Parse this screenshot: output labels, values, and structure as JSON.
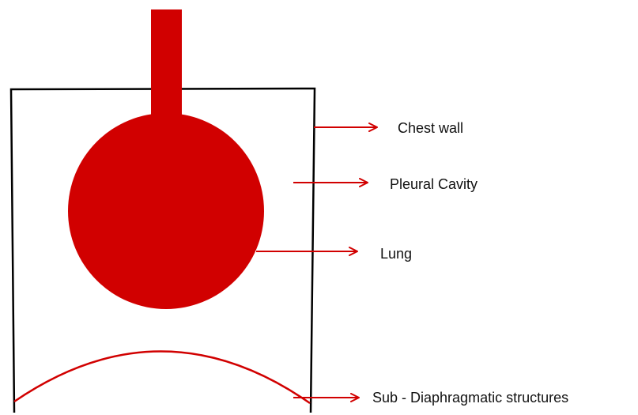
{
  "colors": {
    "structure_red": "#d10000",
    "outline_black": "#000000",
    "background": "#ffffff"
  },
  "labels": {
    "chest_wall": "Chest wall",
    "pleural_cavity": "Pleural Cavity",
    "lung": "Lung",
    "sub_diaphragmatic": "Sub - Diaphragmatic structures"
  }
}
